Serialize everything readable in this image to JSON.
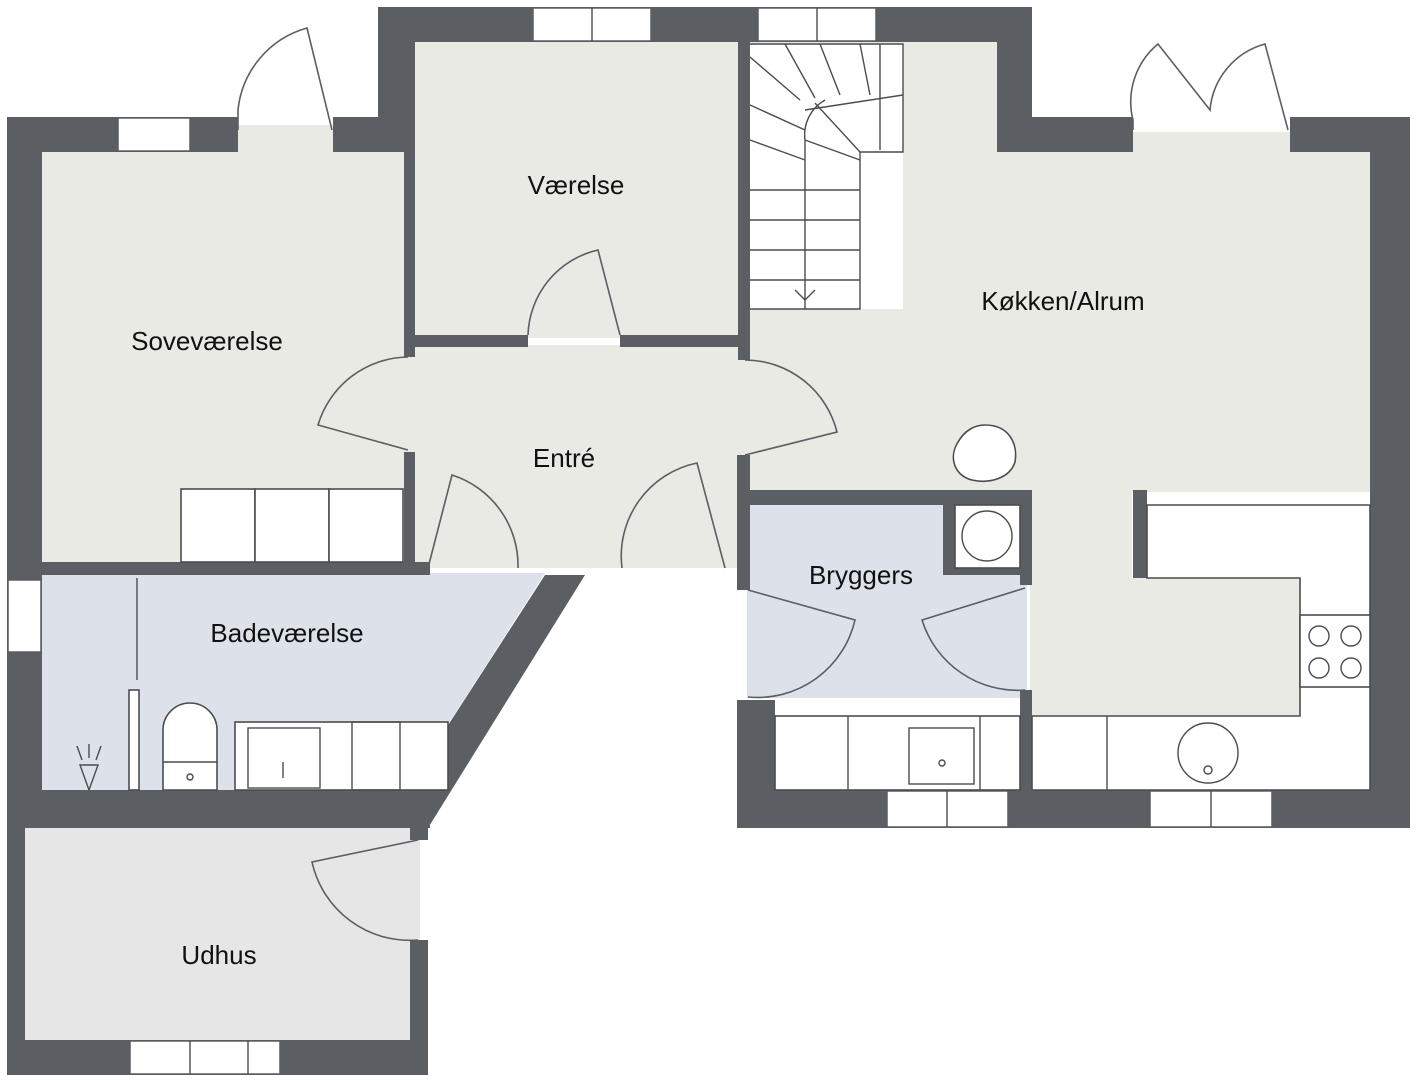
{
  "plan": {
    "rooms": {
      "sovevaerelse": "Soveværelse",
      "vaerelse": "Værelse",
      "entre": "Entré",
      "kokken": "Køkken/Alrum",
      "bryggers": "Bryggers",
      "badevaerelse": "Badeværelse",
      "udhus": "Udhus"
    },
    "colors": {
      "wall": "#5b5e63",
      "room": "#e9eae3",
      "wet_room": "#dde2ea",
      "shed": "#e6e6e6"
    }
  }
}
